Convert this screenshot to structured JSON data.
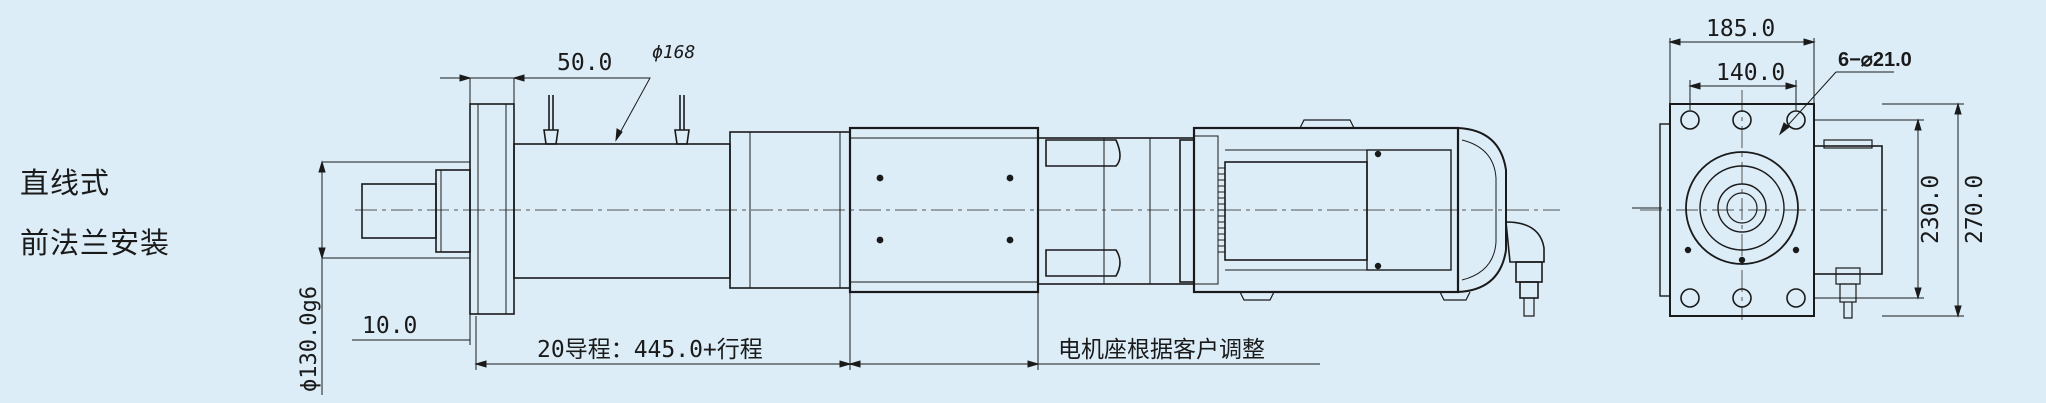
{
  "mounting_type": {
    "line1": "直线式",
    "line2": "前法兰安装"
  },
  "dimensions": {
    "flange_offset": "50.0",
    "outer_diameter": "ϕ168",
    "shaft_diameter": "ϕ130.0g6",
    "shaft_length": "10.0",
    "stroke_length": "20导程：445.0+行程",
    "motor_seat_note": "电机座根据客户调整",
    "width_outer": "185.0",
    "width_inner": "140.0",
    "holes": "6−⌀21.0",
    "height_inner": "230.0",
    "height_outer": "270.0"
  },
  "colors": {
    "background": "#dcedf8",
    "line": "#1a1a1a",
    "centerline": "#555555"
  }
}
